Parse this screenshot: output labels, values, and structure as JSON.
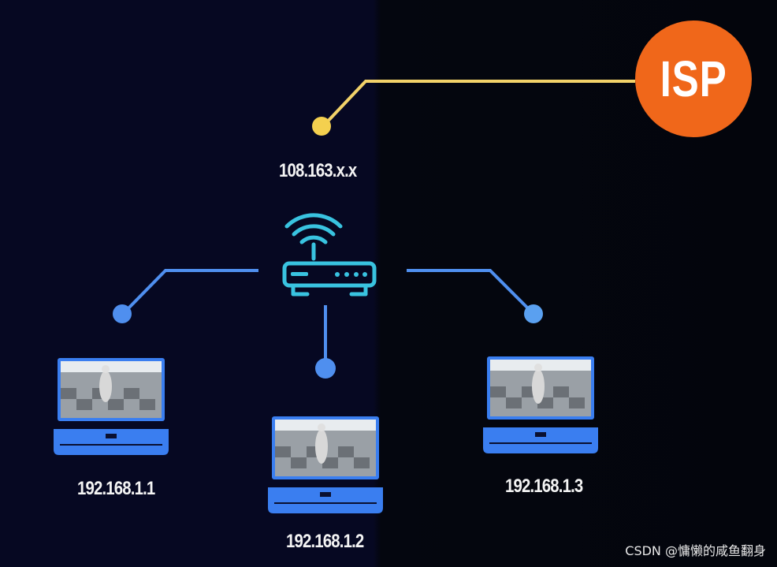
{
  "isp": {
    "label": "ISP",
    "color": "#f0671a"
  },
  "public_ip": {
    "label": "108.163.x.x"
  },
  "router": {
    "icon": "wifi-router-icon",
    "color": "#39c3e0"
  },
  "devices": [
    {
      "ip": "192.168.1.1",
      "icon": "laptop-icon"
    },
    {
      "ip": "192.168.1.2",
      "icon": "laptop-icon"
    },
    {
      "ip": "192.168.1.3",
      "icon": "laptop-icon"
    }
  ],
  "colors": {
    "wan_link": "#f2d269",
    "lan_link": "#4f8fef",
    "laptop": "#3a7ef0",
    "background": "#060822"
  },
  "watermark": "CSDN @慵懒的咸鱼翻身"
}
